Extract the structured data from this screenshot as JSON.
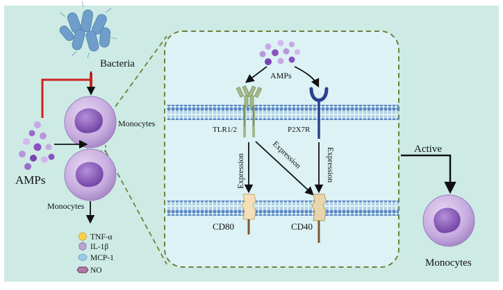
{
  "labels": {
    "bacteria": "Bacteria",
    "amps_left": "AMPs",
    "monocytes_top": "Monocytes",
    "monocytes_bottom": "Monocytes",
    "amps_inset": "AMPs",
    "tlr": "TLR1/2",
    "p2x7r": "P2X7R",
    "expression_1": "Expression",
    "expression_2": "Expression",
    "expression_3": "Expression",
    "cd80": "CD80",
    "cd40": "CD40",
    "active": "Active",
    "monocytes_right": "Monocytes"
  },
  "cytokine_legend": [
    {
      "label": "TNF-α",
      "shape": "circle",
      "color": "#f6d24a"
    },
    {
      "label": "IL-1β",
      "shape": "hexagon",
      "color": "#b9a3cf"
    },
    {
      "label": "MCP-1",
      "shape": "ellipse",
      "color": "#9ec9ec"
    },
    {
      "label": "NO",
      "shape": "hexagon-wide",
      "color": "#b07aa8"
    }
  ],
  "colors": {
    "background": "#cdebe4",
    "inset_fill": "#dcf2f4",
    "dashed_border": "#6f7f3c",
    "membrane": "#5b87c4",
    "inhibition": "#cc1f1f",
    "cell_body": "#c9b1e0",
    "nucleus": "#8a5bb8",
    "bacteria": "#6e9ec9",
    "tlr": "#a4b98c",
    "p2x7r": "#2d3f8f",
    "cd_marker": "#f3e0b8"
  }
}
